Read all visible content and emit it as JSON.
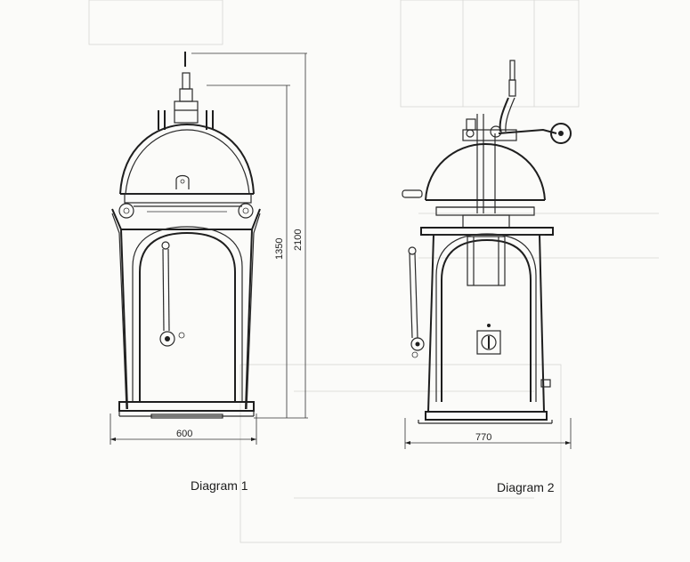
{
  "diagram1": {
    "caption": "Diagram 1",
    "width_dim": "600",
    "height_dim_inner": "1350",
    "height_dim_outer": "2100"
  },
  "diagram2": {
    "caption": "Diagram 2",
    "width_dim": "770"
  }
}
